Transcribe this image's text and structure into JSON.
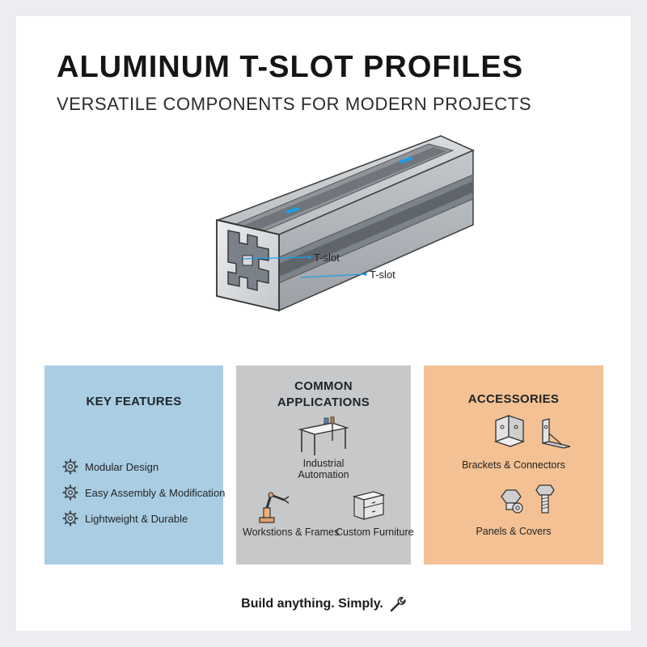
{
  "header": {
    "title": "ALUMINUM T-SLOT PROFILES",
    "subtitle": "VERSATILE COMPONENTS FOR MODERN PROJECTS"
  },
  "diagram": {
    "callouts": [
      "T-slot",
      "T-slot"
    ]
  },
  "panels": {
    "features": {
      "title": "KEY FEATURES",
      "color": "#a9cde3",
      "items": [
        "Modular Design",
        "Easy Assembly & Modification",
        "Lightweight & Durable"
      ]
    },
    "applications": {
      "title_line1": "COMMON",
      "title_line2": "APPLICATIONS",
      "color": "#c7c8ca",
      "items": [
        "Industrial Automation",
        "Workstions & Frames",
        "Custom Furniture"
      ],
      "industrial_line1": "Industrial",
      "industrial_line2": "Automation"
    },
    "accessories": {
      "title": "ACCESSORIES",
      "color": "#f3c193",
      "items": [
        "Brackets & Connectors",
        "Panels & Covers"
      ]
    }
  },
  "footer": {
    "tagline": "Build anything. Simply."
  },
  "icons": {
    "gear": "gear-icon",
    "table": "table-icon",
    "robot": "robot-arm-icon",
    "cabinet": "cabinet-icon",
    "bracket": "bracket-icon",
    "bolt": "bolt-icon",
    "wrench": "wrench-icon"
  }
}
